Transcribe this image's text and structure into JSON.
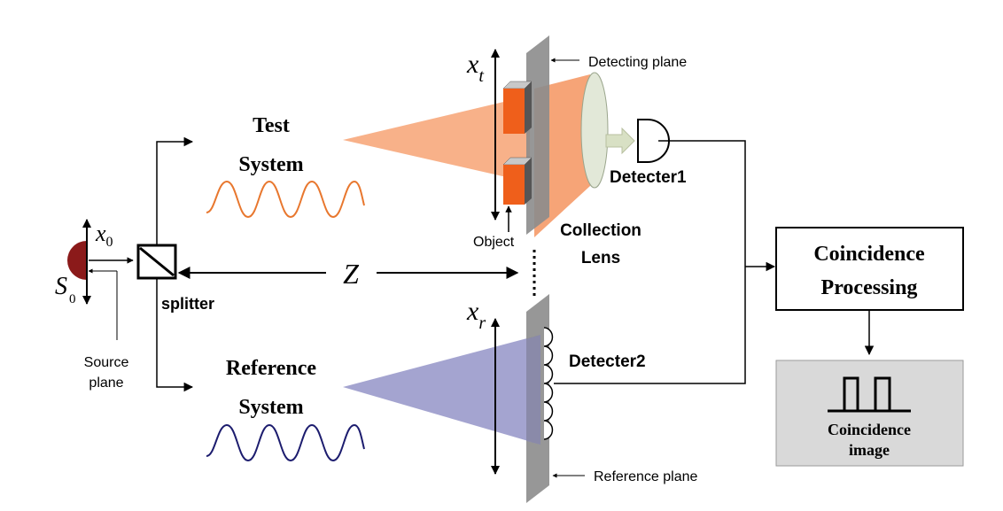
{
  "source": {
    "symbol": "S",
    "symbol_sub": "0",
    "axis_symbol": "x",
    "axis_sub": "0",
    "plane_label_line1": "Source",
    "plane_label_line2": "plane"
  },
  "splitter": {
    "label": "splitter"
  },
  "distance": {
    "label": "Z"
  },
  "test_system": {
    "title_line1": "Test",
    "title_line2": "System",
    "wave_color": "#e8772e"
  },
  "reference_system": {
    "title_line1": "Reference",
    "title_line2": "System",
    "wave_color": "#1c1c6e"
  },
  "detecting_plane": {
    "axis_symbol": "x",
    "axis_sub": "t",
    "label": "Detecting plane",
    "object_label": "Object",
    "collection_lens_line1": "Collection",
    "collection_lens_line2": "Lens",
    "detector_label": "Detecter1"
  },
  "reference_plane": {
    "axis_symbol": "x",
    "axis_sub": "r",
    "label": "Reference plane",
    "detector_label": "Detecter2"
  },
  "coincidence": {
    "box_line1": "Coincidence",
    "box_line2": "Processing",
    "image_line1": "Coincidence",
    "image_line2": "image"
  },
  "colors": {
    "test_beam": "#f7a374",
    "reference_beam": "#8585c0",
    "object_orange": "#ef5f1b",
    "plane_gray": "#8c8c8c",
    "image_box_fill": "#d9d9d9",
    "source_dot": "#8b1a1a"
  }
}
